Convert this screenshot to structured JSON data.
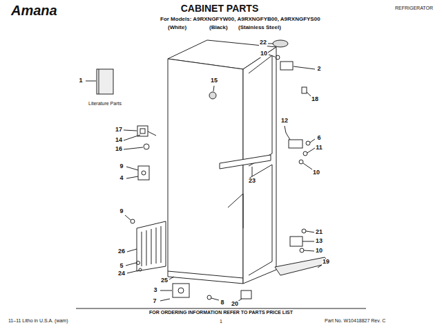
{
  "diagram": {
    "title": "CABINET PARTS",
    "labels": [
      "Amana",
      "For Models: A9RXNGFYW00, A9RXNGFYB00, A9RXNGFYS00",
      "(White)",
      "(Black)",
      "(Stainless Steel)",
      "REFRIGERATOR",
      "22",
      "10",
      "2",
      "15",
      "1",
      "18",
      "Literature Parts",
      "17",
      "12",
      "6",
      "14",
      "11",
      "16",
      "9",
      "10",
      "4",
      "23",
      "9",
      "21",
      "13",
      "26",
      "10",
      "19",
      "5",
      "24",
      "25",
      "3",
      "20",
      "7",
      "8",
      "FOR ORDERING INFORMATION REFER TO PARTS PRICE LIST",
      "11–11 Litho in U.S.A. (wam)",
      "1",
      "Part No. W10418827 Rev. C"
    ]
  }
}
